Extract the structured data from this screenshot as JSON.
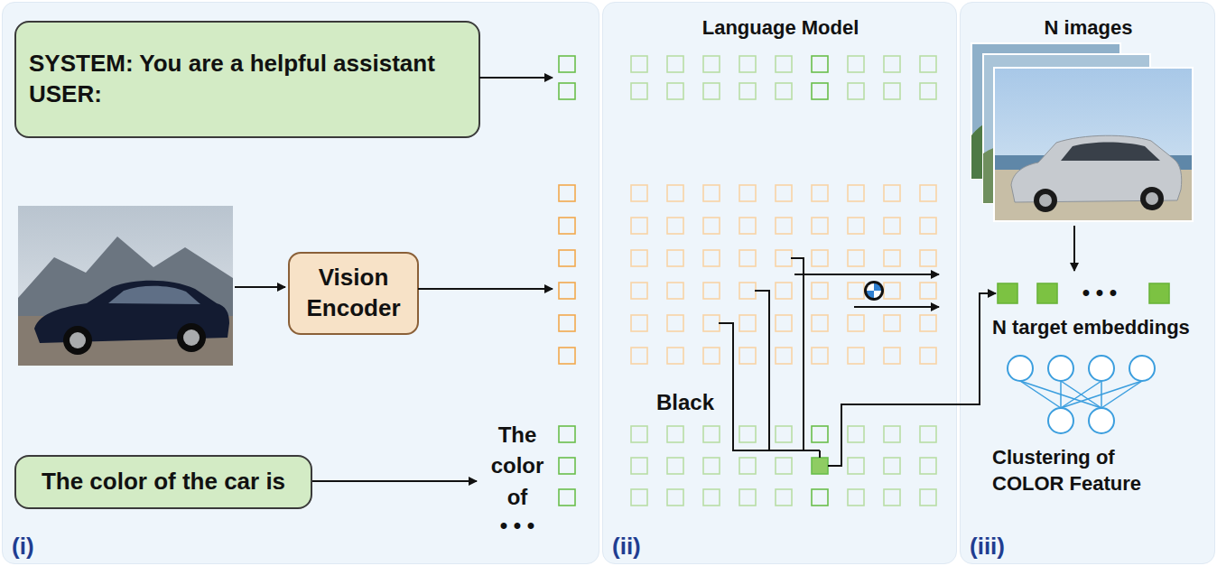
{
  "diagram": {
    "nodes": [
      {
        "text": [
          "(i)"
        ]
      },
      {
        "text": [
          "SYSTEM: You are a helpful assistant USER:"
        ],
        "in": 0
      },
      {
        "text": [
          "Vision Encoder"
        ],
        "in": 0
      },
      {
        "text": [
          "The color of the car is"
        ],
        "in": 0
      },
      {
        "text": [
          "Language Model",
          "(ii)"
        ]
      },
      {
        "text": [
          "N images",
          "N target embeddings",
          "Clustering of COLOR Feature",
          "(iii)"
        ]
      }
    ],
    "labels": [
      "The",
      "color",
      "of",
      "• • •",
      "Black",
      "• • •"
    ]
  }
}
